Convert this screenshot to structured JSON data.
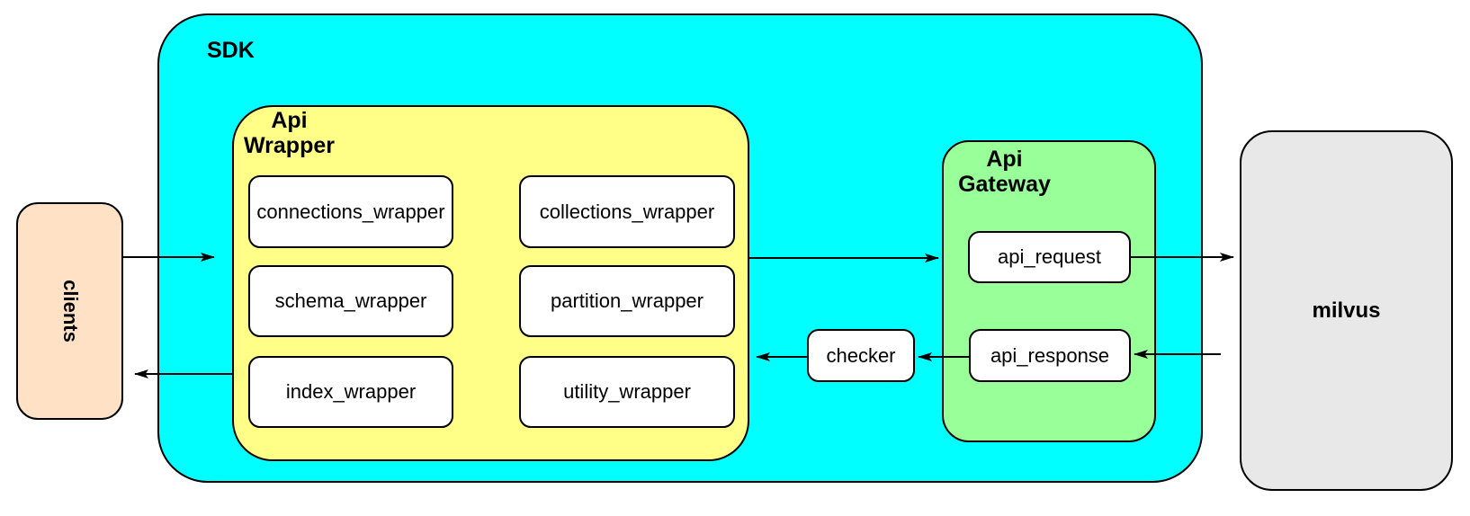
{
  "diagram": {
    "clients": {
      "label": "clients"
    },
    "sdk": {
      "label": "SDK"
    },
    "api_wrapper": {
      "label": "Api Wrapper",
      "modules": [
        "connections_wrapper",
        "collections_wrapper",
        "schema_wrapper",
        "partition_wrapper",
        "index_wrapper",
        "utility_wrapper"
      ]
    },
    "checker": {
      "label": "checker"
    },
    "api_gateway": {
      "label": "Api Gateway",
      "nodes": [
        "api_request",
        "api_response"
      ]
    },
    "milvus": {
      "label": "milvus"
    },
    "arrows": [
      {
        "from": "clients",
        "to": "sdk"
      },
      {
        "from": "api_wrapper",
        "to": "clients"
      },
      {
        "from": "api_wrapper",
        "to": "api_gateway"
      },
      {
        "from": "checker",
        "to": "api_wrapper"
      },
      {
        "from": "api_response",
        "to": "checker"
      },
      {
        "from": "api_request",
        "to": "milvus"
      },
      {
        "from": "milvus",
        "to": "api_response"
      }
    ],
    "colors": {
      "sdk_fill": "#00FFFF",
      "wrapper_fill": "#FFFF88",
      "gateway_fill": "#99FF99",
      "clients_fill": "#FFE2C6",
      "milvus_fill": "#E8E8E8",
      "node_fill": "#FFFFFF",
      "border": "#000000"
    }
  }
}
